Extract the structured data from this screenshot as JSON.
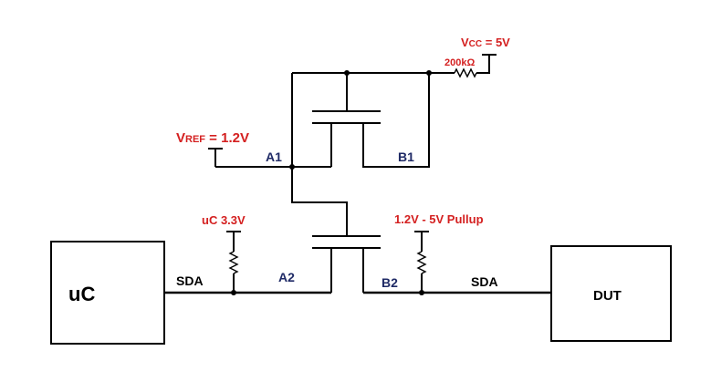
{
  "power": {
    "vcc_main": "V",
    "vcc_sub": "CC",
    "vcc_value": " = 5V",
    "pullup_resistor": "200kΩ",
    "vref_main": "V",
    "vref_sub": "REF",
    "vref_value": " = 1.2V",
    "uc_supply": "uC 3.3V",
    "pullup_range": "1.2V - 5V Pullup"
  },
  "pins": {
    "a1": "A1",
    "b1": "B1",
    "a2": "A2",
    "b2": "B2"
  },
  "signals": {
    "sda_left": "SDA",
    "sda_right": "SDA"
  },
  "blocks": {
    "controller": "uC",
    "device": "DUT"
  },
  "colors": {
    "power_labels": "#d42020",
    "pin_labels": "#1f2a66",
    "wires": "#000000"
  }
}
